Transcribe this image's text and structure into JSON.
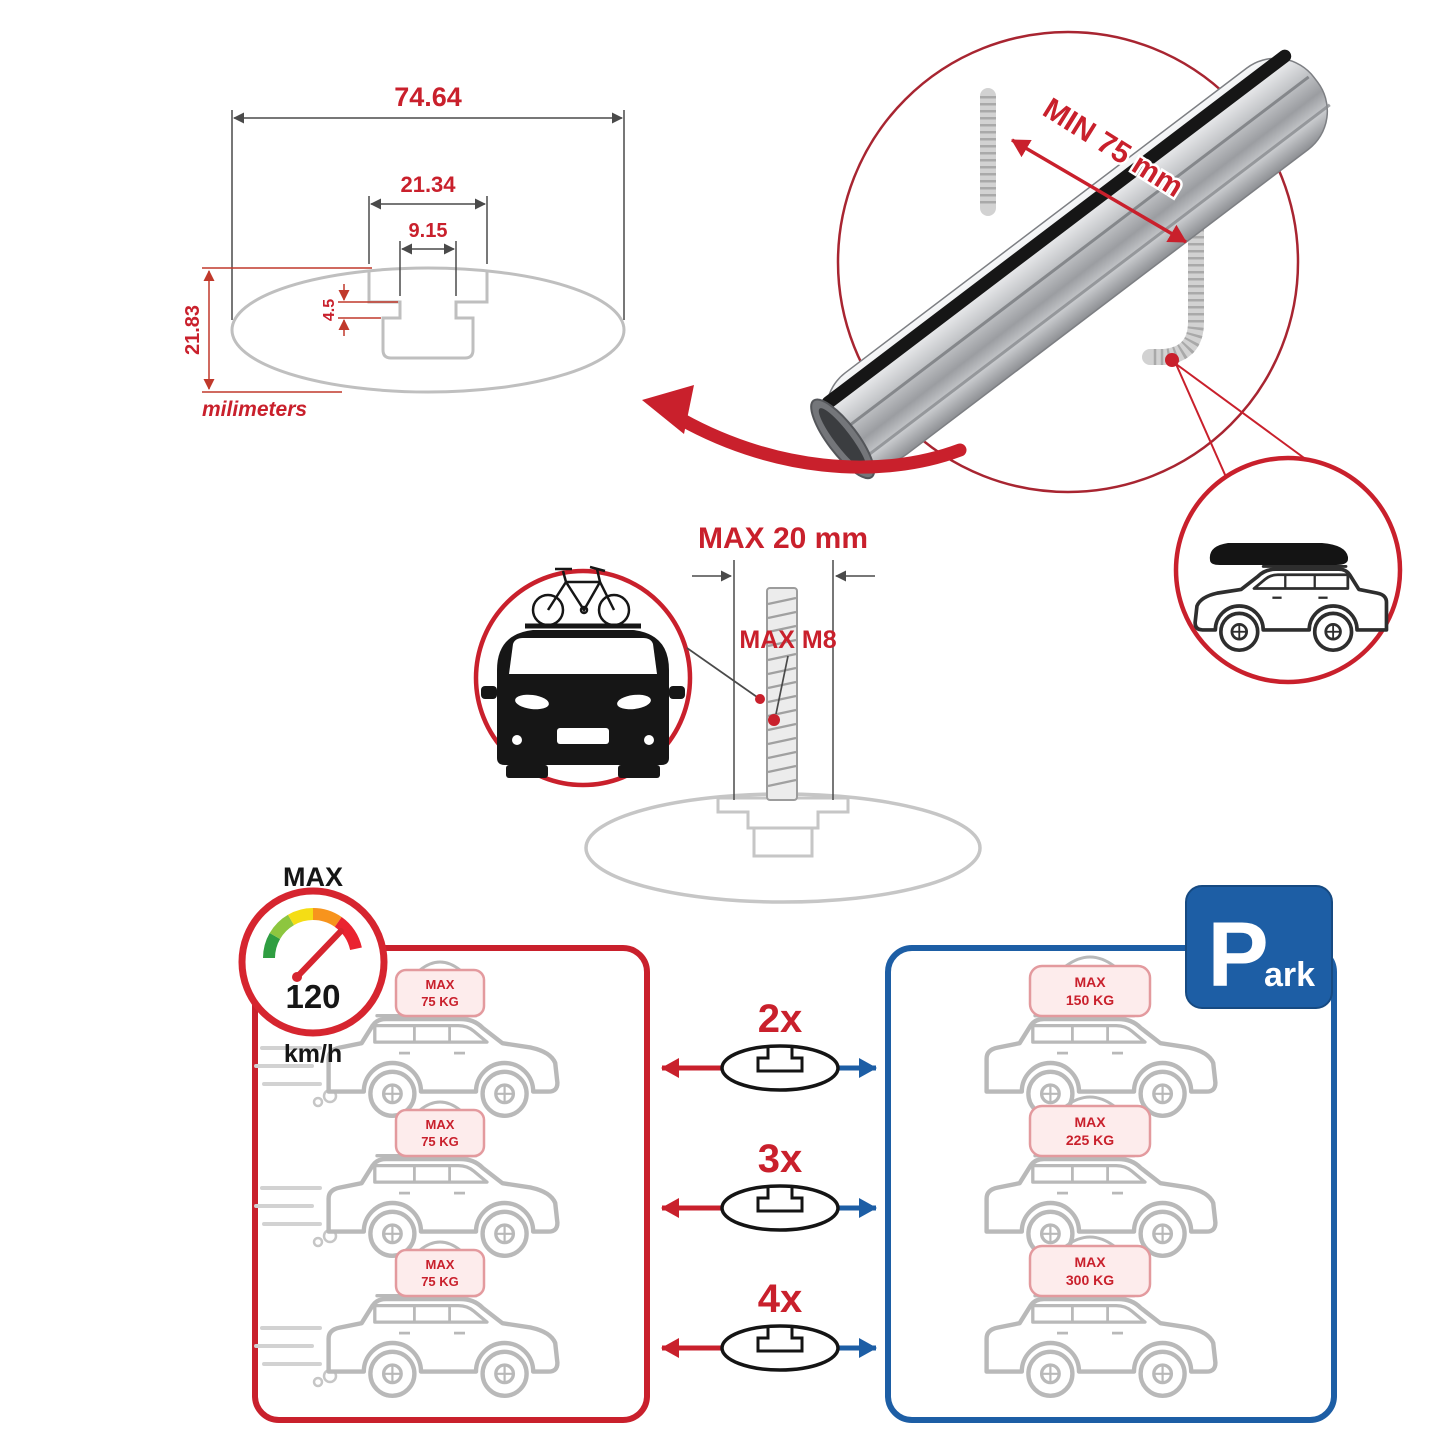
{
  "colors": {
    "red": "#c9202c",
    "blue": "#1d5ea5",
    "gray": "#b9b9b9",
    "black": "#161616"
  },
  "profile_drawing": {
    "width": "74.64",
    "channel_width": "21.34",
    "slot_width": "9.15",
    "lip_height": "4.5",
    "height": "21.83",
    "units": "milimeters"
  },
  "bar_render": {
    "min_clamp": "MIN 75 mm"
  },
  "bolt_diagram": {
    "max_width": "MAX 20 mm",
    "max_thread": "MAX M8"
  },
  "speed_badge": {
    "label": "MAX",
    "value": "120",
    "unit": "km/h"
  },
  "parking_sign": {
    "letter": "P",
    "suffix": "ark"
  },
  "counts": [
    {
      "label": "2x"
    },
    {
      "label": "3x"
    },
    {
      "label": "4x"
    }
  ],
  "left_panel": {
    "cars": [
      {
        "max": "MAX",
        "weight": "75 KG"
      },
      {
        "max": "MAX",
        "weight": "75 KG"
      },
      {
        "max": "MAX",
        "weight": "75 KG"
      }
    ]
  },
  "right_panel": {
    "cars": [
      {
        "max": "MAX",
        "weight": "150 KG"
      },
      {
        "max": "MAX",
        "weight": "225 KG"
      },
      {
        "max": "MAX",
        "weight": "300 KG"
      }
    ]
  }
}
